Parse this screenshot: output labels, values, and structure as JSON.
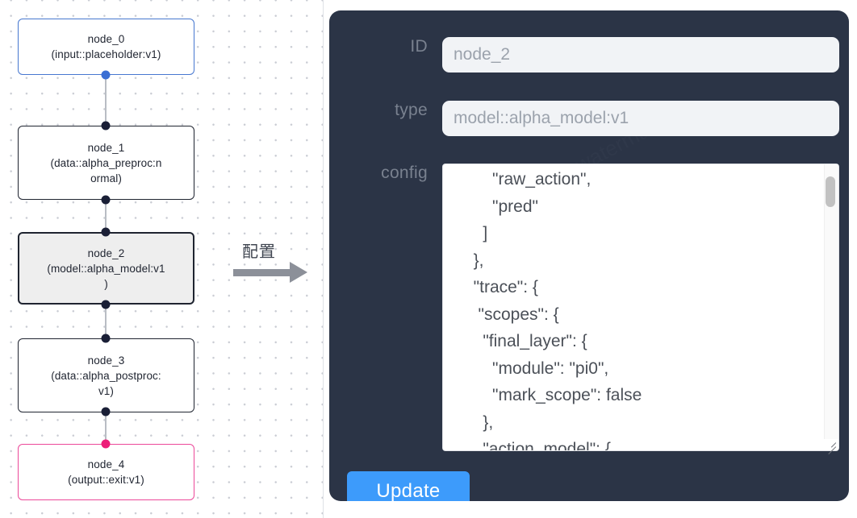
{
  "graph": {
    "nodes": [
      {
        "id": "node_0",
        "title": "node_0",
        "subtitle": "(input::placeholder:v1)",
        "style": "blue"
      },
      {
        "id": "node_1",
        "title": "node_1",
        "subtitle": "(data::alpha_preproc:n\normal)",
        "style": "default"
      },
      {
        "id": "node_2",
        "title": "node_2",
        "subtitle": "(model::alpha_model:v1\n)",
        "style": "selected"
      },
      {
        "id": "node_3",
        "title": "node_3",
        "subtitle": "(data::alpha_postproc:\nv1)",
        "style": "default"
      },
      {
        "id": "node_4",
        "title": "node_4",
        "subtitle": "(output::exit:v1)",
        "style": "pink"
      }
    ],
    "colors": {
      "node_border_default": "#1f2430",
      "node_border_blue": "#4778d0",
      "node_border_pink": "#ec4899",
      "node_selected_fill": "#eeeeee",
      "port_default": "#1a1f36",
      "port_blue": "#3b6fd4",
      "port_pink": "#ec1e79",
      "edge": "#b9bdc4"
    }
  },
  "arrow": {
    "caption": "配置",
    "color": "#8c9099"
  },
  "inspector": {
    "background": "#2b3446",
    "fields": {
      "id": {
        "label": "ID",
        "value": "node_2"
      },
      "type": {
        "label": "type",
        "value": "model::alpha_model:v1"
      },
      "config": {
        "label": "config",
        "value": "      \"raw_action\",\n      \"pred\"\n    ]\n  },\n  \"trace\": {\n   \"scopes\": {\n    \"final_layer\": {\n      \"module\": \"pi0\",\n      \"mark_scope\": false\n    },\n    \"action_model\": {"
      }
    },
    "update_button": {
      "label": "Update",
      "color": "#3d9bfb"
    }
  }
}
